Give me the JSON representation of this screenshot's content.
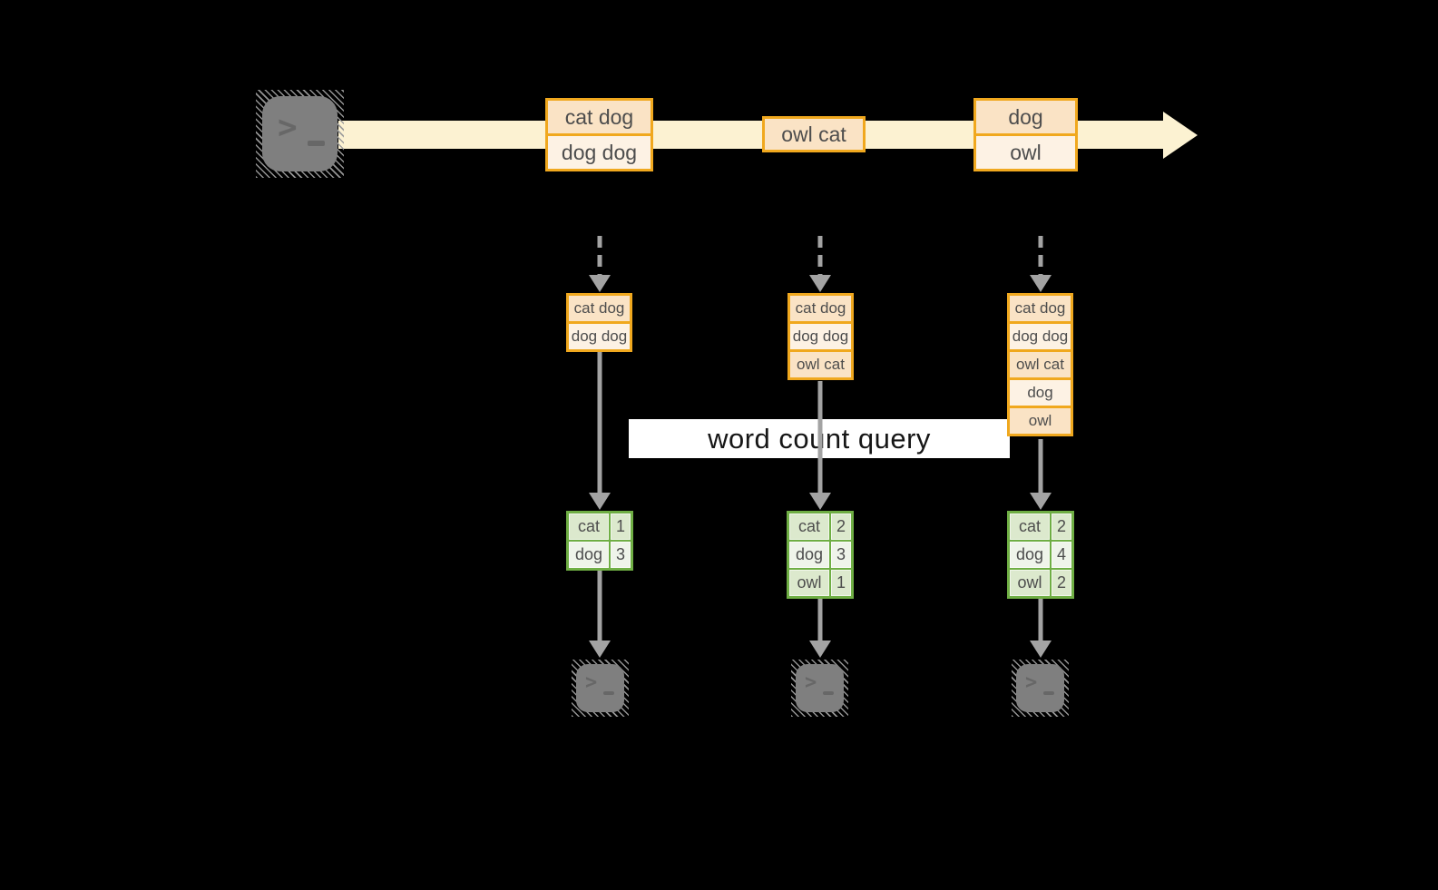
{
  "canvas": {
    "background": "#000000"
  },
  "banner": {
    "label": "word count query"
  },
  "stream": {
    "source_icon": "terminal-icon",
    "batches": [
      {
        "items": [
          "cat dog",
          "dog dog"
        ]
      },
      {
        "items": [
          "owl cat"
        ]
      },
      {
        "items": [
          "dog",
          "owl"
        ]
      }
    ]
  },
  "columns": [
    {
      "state": [
        "cat dog",
        "dog dog"
      ],
      "counts": [
        {
          "word": "cat",
          "count": "1"
        },
        {
          "word": "dog",
          "count": "3"
        }
      ],
      "sink_icon": "terminal-icon"
    },
    {
      "state": [
        "cat dog",
        "dog dog",
        "owl cat"
      ],
      "counts": [
        {
          "word": "cat",
          "count": "2"
        },
        {
          "word": "dog",
          "count": "3"
        },
        {
          "word": "owl",
          "count": "1"
        }
      ],
      "sink_icon": "terminal-icon"
    },
    {
      "state": [
        "cat dog",
        "dog dog",
        "owl cat",
        "dog",
        "owl"
      ],
      "counts": [
        {
          "word": "cat",
          "count": "2"
        },
        {
          "word": "dog",
          "count": "4"
        },
        {
          "word": "owl",
          "count": "2"
        }
      ],
      "sink_icon": "terminal-icon"
    }
  ],
  "colors": {
    "background": "#000000",
    "band": "#FCF2D2",
    "orange_border": "#F0A81E",
    "peach_dark": "#FAE3C5",
    "peach_light": "#FDF2E4",
    "green_border": "#6FAE44",
    "green_dark": "#DCE9CD",
    "green_light": "#EFF4EA",
    "arrow_gray": "#A3A3A3",
    "terminal_gray": "#7F7F7F",
    "banner_bg": "#FFFFFF",
    "cell_text": "#4D4D4D",
    "banner_text": "#161616"
  }
}
